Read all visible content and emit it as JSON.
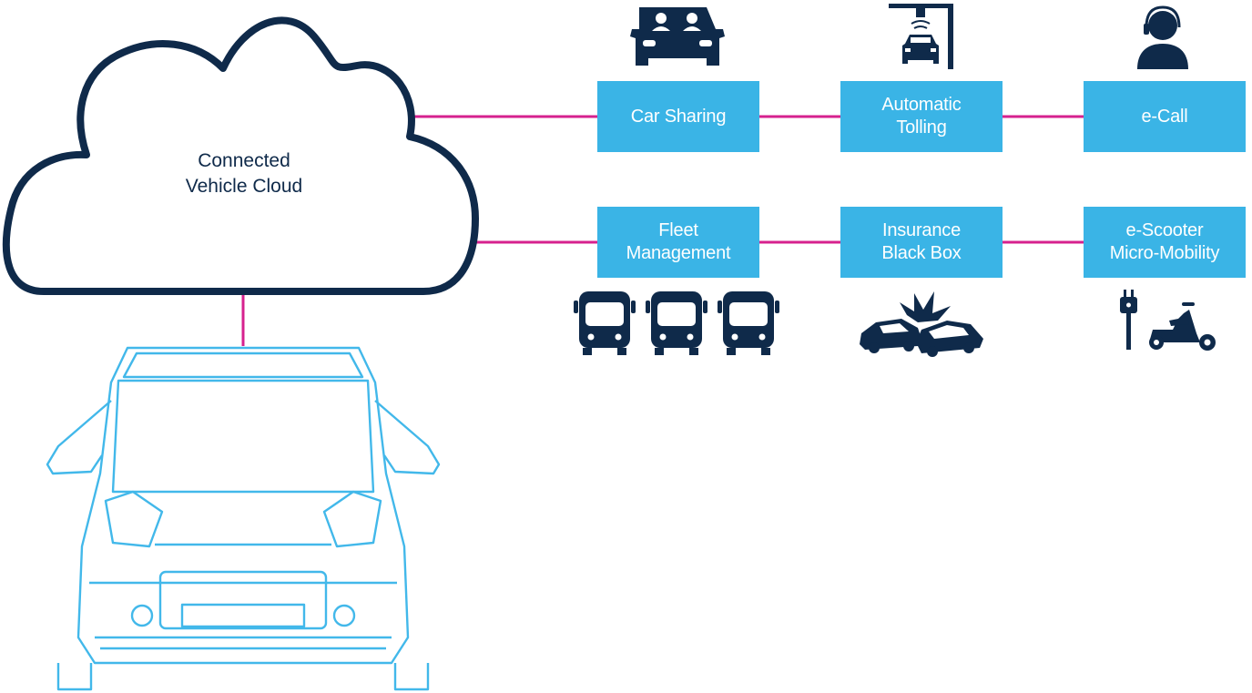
{
  "colors": {
    "navy": "#0f2a4a",
    "box_fill": "#3ab4e6",
    "connector": "#d6218e",
    "vehicle_outline": "#42b8ea"
  },
  "cloud": {
    "label": "Connected\nVehicle Cloud"
  },
  "services_row1": [
    {
      "label": "Car Sharing",
      "icon": "shared-car-icon"
    },
    {
      "label": "Automatic\nTolling",
      "icon": "toll-gate-icon"
    },
    {
      "label": "e-Call",
      "icon": "call-operator-icon"
    }
  ],
  "services_row2": [
    {
      "label": "Fleet\nManagement",
      "icon": "bus-fleet-icon"
    },
    {
      "label": "Insurance\nBlack Box",
      "icon": "car-crash-icon"
    },
    {
      "label": "e-Scooter\nMicro-Mobility",
      "icon": "e-scooter-icon"
    }
  ],
  "vehicle": {
    "icon": "connected-van-icon"
  }
}
